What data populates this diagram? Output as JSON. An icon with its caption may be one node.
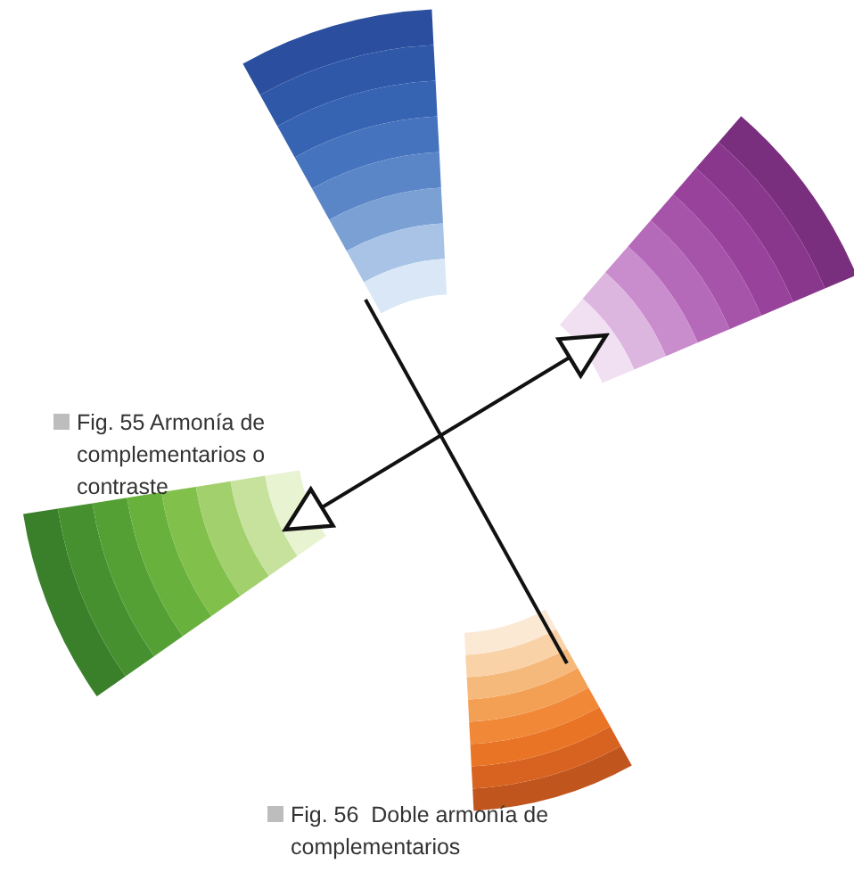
{
  "diagram": {
    "nodes": [
      {
        "text": [],
        "shape": "wedge"
      },
      {
        "text": [],
        "shape": "wedge"
      },
      {
        "text": [],
        "shape": "wedge"
      },
      {
        "text": [],
        "shape": "wedge"
      }
    ],
    "edges": [
      {
        "from": 0,
        "to": 3,
        "arrow": "none"
      },
      {
        "from": 2,
        "to": 1,
        "arrow": "both"
      }
    ],
    "labels": [
      "Fig. 55 Armonía de complementarios o contraste",
      "Fig. 56  Doble armonía de complementarios"
    ]
  }
}
